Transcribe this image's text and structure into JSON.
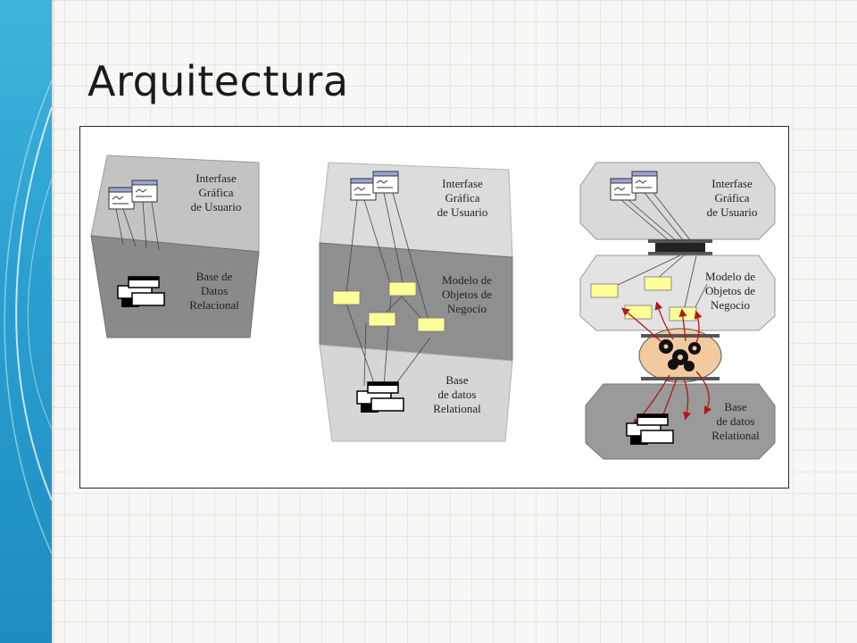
{
  "title": "Arquitectura",
  "colors": {
    "accent_band": "#2a9fcf",
    "tier_dark": "#8a8a8a",
    "tier_light": "#d9d9d9",
    "object_box": "#ffff99",
    "broker": "#f3c9a0",
    "arrow": "#b01818"
  },
  "diagrams": [
    {
      "tiers": [
        {
          "lines": [
            "Interfase",
            "Gráfica",
            "de Usuario"
          ]
        },
        {
          "lines": [
            "Base de",
            "Datos",
            "Relacional"
          ]
        }
      ]
    },
    {
      "tiers": [
        {
          "lines": [
            "Interfase",
            "Gráfica",
            "de Usuario"
          ]
        },
        {
          "lines": [
            "Modelo de",
            "Objetos de",
            "Negocio"
          ]
        },
        {
          "lines": [
            "Base",
            "de datos",
            "Relational"
          ]
        }
      ]
    },
    {
      "tiers": [
        {
          "lines": [
            "Interfase",
            "Gráfica",
            "de Usuario"
          ]
        },
        {
          "lines": [
            "Modelo de",
            "Objetos de",
            "Negocio"
          ]
        },
        {
          "lines": [
            "Base",
            "de datos",
            "Relational"
          ]
        }
      ]
    }
  ]
}
